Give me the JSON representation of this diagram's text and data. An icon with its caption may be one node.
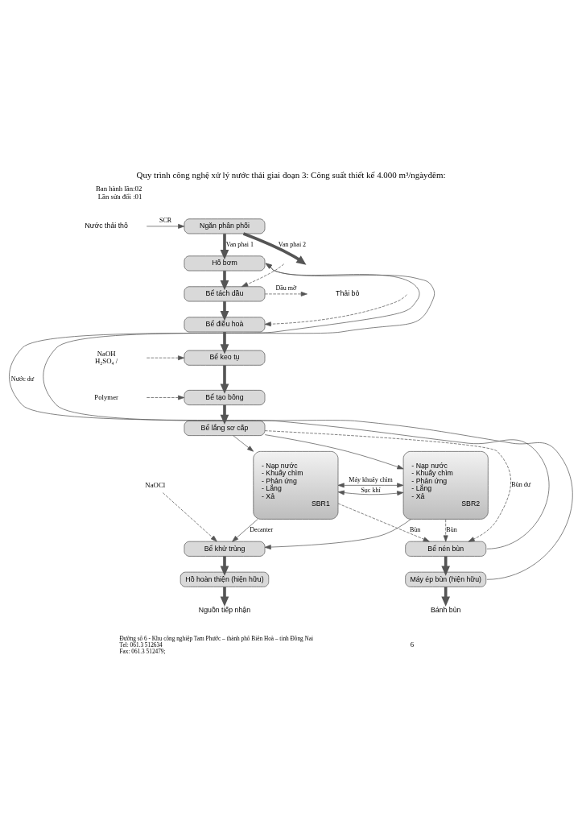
{
  "diagram": {
    "title": "Quy trình công nghệ xử lý nước thải giai đoạn 3: Công suất thiết kế 4.000 m³/ngàyđêm:",
    "nodes": [
      {
        "text": [
          "Nước thải thô"
        ]
      },
      {
        "text": [
          "Ngăn phân phối"
        ]
      },
      {
        "text": [
          "Hố bơm"
        ]
      },
      {
        "text": [
          "Bể tách dầu"
        ]
      },
      {
        "text": [
          "Thải bỏ"
        ]
      },
      {
        "text": [
          "Bể điều hoà"
        ]
      },
      {
        "text": [
          "NaOH",
          "H₂SO₄ /"
        ]
      },
      {
        "text": [
          "Bể keo tụ"
        ]
      },
      {
        "text": [
          "Polymer"
        ]
      },
      {
        "text": [
          "Bể tạo bông"
        ]
      },
      {
        "text": [
          "Bể lắng sơ cấp"
        ]
      },
      {
        "text": [
          "- Nạp nước",
          "- Khuấy chìm",
          "- Phản ứng",
          "- Lắng",
          "- Xả",
          "SBR1"
        ]
      },
      {
        "text": [
          "- Nạp nước",
          "- Khuấy chìm",
          "- Phản ứng",
          "- Lắng",
          "- Xả",
          "SBR2"
        ]
      },
      {
        "text": [
          "NaOCl"
        ]
      },
      {
        "text": [
          "Bể khử trùng"
        ]
      },
      {
        "text": [
          "Bể nén bùn"
        ]
      },
      {
        "text": [
          "Hồ hoàn thiện (hiện hữu)"
        ]
      },
      {
        "text": [
          "Máy ép bùn (hiện hữu)"
        ]
      },
      {
        "text": [
          "Nguồn tiếp nhận"
        ]
      },
      {
        "text": [
          "Bánh bùn"
        ]
      }
    ],
    "edges": [
      {
        "from": 0,
        "to": 1,
        "arrow": "to",
        "label": "SCR"
      },
      {
        "from": 1,
        "to": 2,
        "arrow": "to",
        "label": "Van phai 1",
        "style": "thick"
      },
      {
        "from": 1,
        "to": null,
        "arrow": "to",
        "label": "Van phai 2",
        "style": "thick"
      },
      {
        "from": 2,
        "to": 3,
        "arrow": "to",
        "style": "thick"
      },
      {
        "from": null,
        "to": 3,
        "arrow": "to",
        "style": "dashed"
      },
      {
        "from": 3,
        "to": 4,
        "arrow": "to",
        "label": "Dầu mỡ",
        "style": "dashed"
      },
      {
        "from": 3,
        "to": 5,
        "arrow": "to",
        "style": "thick"
      },
      {
        "from": null,
        "to": 5,
        "arrow": "to",
        "style": "dashed"
      },
      {
        "from": 5,
        "to": 7,
        "arrow": "to",
        "style": "thick"
      },
      {
        "from": 6,
        "to": 7,
        "arrow": "to",
        "style": "dashed"
      },
      {
        "from": 7,
        "to": 9,
        "arrow": "to",
        "style": "thick"
      },
      {
        "from": 8,
        "to": 9,
        "arrow": "to",
        "style": "dashed"
      },
      {
        "from": 9,
        "to": 10,
        "arrow": "to",
        "style": "thick"
      },
      {
        "from": 10,
        "to": 11,
        "arrow": "to"
      },
      {
        "from": 10,
        "to": 12,
        "arrow": "to"
      },
      {
        "from": 10,
        "to": 15,
        "arrow": "to",
        "label": "Bùn dư",
        "style": "dashed"
      },
      {
        "from": 11,
        "to": 12,
        "arrow": "both",
        "label": "Máy khuấy chìm"
      },
      {
        "from": 11,
        "to": 12,
        "arrow": "both",
        "label": "Sục khí"
      },
      {
        "from": 11,
        "to": 14,
        "arrow": "to",
        "label": "Decanter"
      },
      {
        "from": 12,
        "to": 14,
        "arrow": "to"
      },
      {
        "from": 11,
        "to": 15,
        "arrow": "to",
        "label": "Bùn",
        "style": "dashed"
      },
      {
        "from": 12,
        "to": 15,
        "arrow": "to",
        "label": "Bùn",
        "style": "dashed"
      },
      {
        "from": 13,
        "to": 14,
        "arrow": "to",
        "style": "dashed"
      },
      {
        "from": 14,
        "to": 16,
        "arrow": "to",
        "style": "thick"
      },
      {
        "from": 16,
        "to": 18,
        "arrow": "to",
        "style": "thick"
      },
      {
        "from": 15,
        "to": 17,
        "arrow": "to",
        "style": "thick"
      },
      {
        "from": 17,
        "to": 19,
        "arrow": "to",
        "style": "thick"
      },
      {
        "from": 15,
        "to": 2,
        "arrow": "to",
        "label": "Nước dư"
      },
      {
        "from": 17,
        "to": 2,
        "arrow": "to"
      }
    ],
    "labels": [
      "Ban hành lần:02",
      "Lần sửa đổi :01",
      "Đường số 6 - Khu công nghiệp Tam Phước – thành phố Biên Hoà – tỉnh Đồng Nai",
      "Tel: 061.3 512634",
      "Fax: 061.3 512479;",
      "6"
    ]
  }
}
